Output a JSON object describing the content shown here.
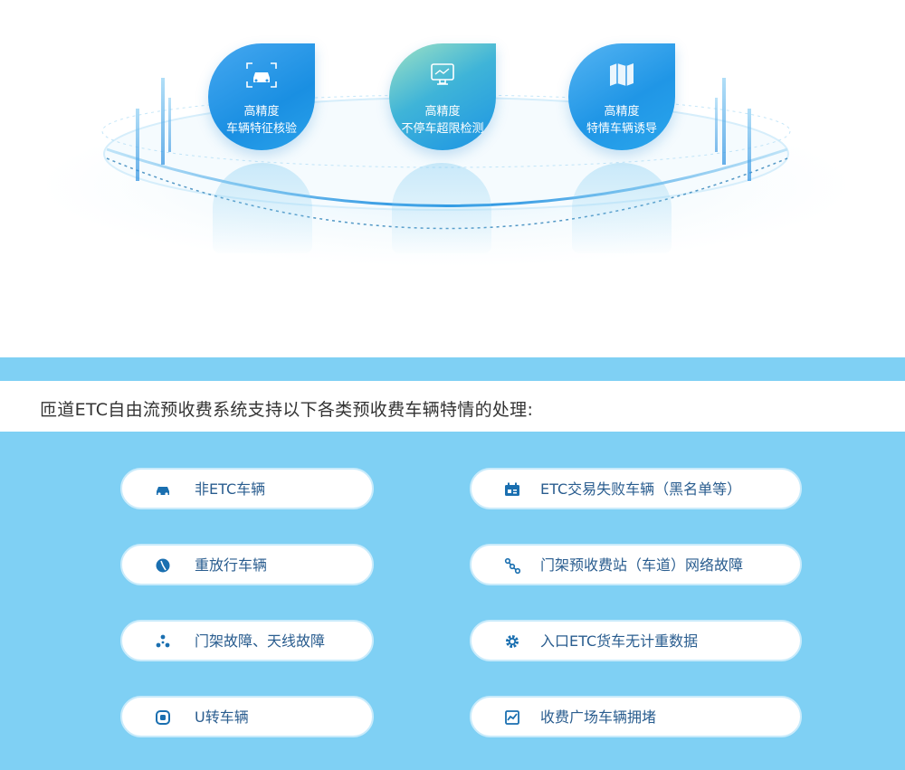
{
  "hero": {
    "cards": [
      {
        "icon": "car-scan-icon",
        "line1": "高精度",
        "line2": "车辆特征核验"
      },
      {
        "icon": "monitor-icon",
        "line1": "高精度",
        "line2": "不停车超限检测"
      },
      {
        "icon": "map-icon",
        "line1": "高精度",
        "line2": "特情车辆诱导"
      }
    ]
  },
  "headline": "匝道ETC自由流预收费系统支持以下各类预收费车辆特情的处理:",
  "items_left": [
    {
      "icon": "car-icon",
      "label": "非ETC车辆"
    },
    {
      "icon": "globe-icon",
      "label": "重放行车辆"
    },
    {
      "icon": "nodes-icon",
      "label": "门架故障、天线故障"
    },
    {
      "icon": "u-turn-icon",
      "label": "U转车辆"
    }
  ],
  "items_right": [
    {
      "icon": "card-icon",
      "label": "ETC交易失败车辆（黑名单等）"
    },
    {
      "icon": "network-icon",
      "label": "门架预收费站（车道）网络故障"
    },
    {
      "icon": "gear-icon",
      "label": "入口ETC货车无计重数据"
    },
    {
      "icon": "chart-icon",
      "label": "收费广场车辆拥堵"
    }
  ],
  "colors": {
    "band": "#7fd0f4",
    "pill_text": "#2a5d8f",
    "icon": "#1a6fb0",
    "drop": "#1a8fe2"
  }
}
